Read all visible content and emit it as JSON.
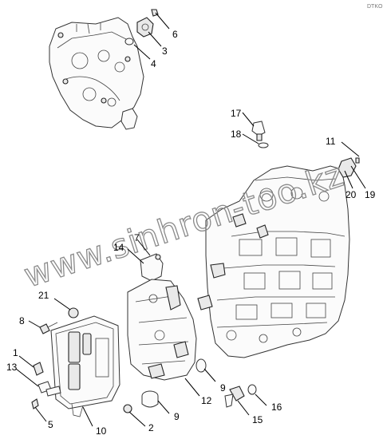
{
  "watermark": "www.sinhron-too.kz",
  "page_id": "DTKO",
  "callouts": [
    {
      "id": "c6",
      "label": "6"
    },
    {
      "id": "c3",
      "label": "3"
    },
    {
      "id": "c4",
      "label": "4"
    },
    {
      "id": "c17",
      "label": "17"
    },
    {
      "id": "c18",
      "label": "18"
    },
    {
      "id": "c11",
      "label": "11"
    },
    {
      "id": "c20",
      "label": "20"
    },
    {
      "id": "c19",
      "label": "19"
    },
    {
      "id": "c14",
      "label": "14"
    },
    {
      "id": "c7",
      "label": "7"
    },
    {
      "id": "c21",
      "label": "21"
    },
    {
      "id": "c8",
      "label": "8"
    },
    {
      "id": "c1",
      "label": "1"
    },
    {
      "id": "c13",
      "label": "13"
    },
    {
      "id": "c5",
      "label": "5"
    },
    {
      "id": "c10",
      "label": "10"
    },
    {
      "id": "c2",
      "label": "2"
    },
    {
      "id": "c9a",
      "label": "9"
    },
    {
      "id": "c9b",
      "label": "9"
    },
    {
      "id": "c12",
      "label": "12"
    },
    {
      "id": "c15",
      "label": "15"
    },
    {
      "id": "c16",
      "label": "16"
    }
  ]
}
